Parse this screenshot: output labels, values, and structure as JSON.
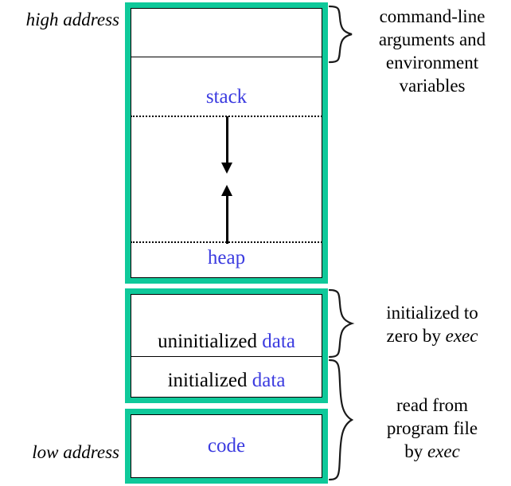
{
  "diagram": {
    "title": "process memory layout",
    "colors": {
      "segment_border": "#0ec99a",
      "label_blue": "#3b3be0",
      "text_black": "#000000",
      "background": "#ffffff"
    },
    "address_labels": {
      "high": "high address",
      "low": "low address"
    },
    "segments": [
      {
        "name": "stack-heap-segment",
        "regions": [
          {
            "name": "args-env-region",
            "label": ""
          },
          {
            "name": "stack-region",
            "label": "stack",
            "color": "#3b3be0"
          },
          {
            "name": "grow-gap-region",
            "label": ""
          },
          {
            "name": "heap-region",
            "label": "heap",
            "color": "#3b3be0"
          }
        ],
        "arrows": [
          {
            "name": "stack-grows-down",
            "direction": "down"
          },
          {
            "name": "heap-grows-up",
            "direction": "up"
          }
        ]
      },
      {
        "name": "data-segment",
        "regions": [
          {
            "name": "uninitialized-data-region",
            "label_prefix": "uninitialized ",
            "label_keyword": "data",
            "color": "#3b3be0"
          },
          {
            "name": "initialized-data-region",
            "label_prefix": "initialized ",
            "label_keyword": "data",
            "color": "#3b3be0"
          }
        ]
      },
      {
        "name": "code-segment",
        "regions": [
          {
            "name": "code-region",
            "label": "code",
            "color": "#3b3be0"
          }
        ]
      }
    ],
    "annotations": [
      {
        "name": "args-env-annotation",
        "lines": [
          "command-line",
          "arguments and",
          "environment",
          "variables"
        ],
        "italic_words": []
      },
      {
        "name": "zero-init-annotation",
        "lines": [
          "initialized to",
          "zero by "
        ],
        "italic_tail": "exec"
      },
      {
        "name": "read-from-file-annotation",
        "lines": [
          "read from",
          "program file",
          "by "
        ],
        "italic_tail": "exec"
      }
    ]
  }
}
